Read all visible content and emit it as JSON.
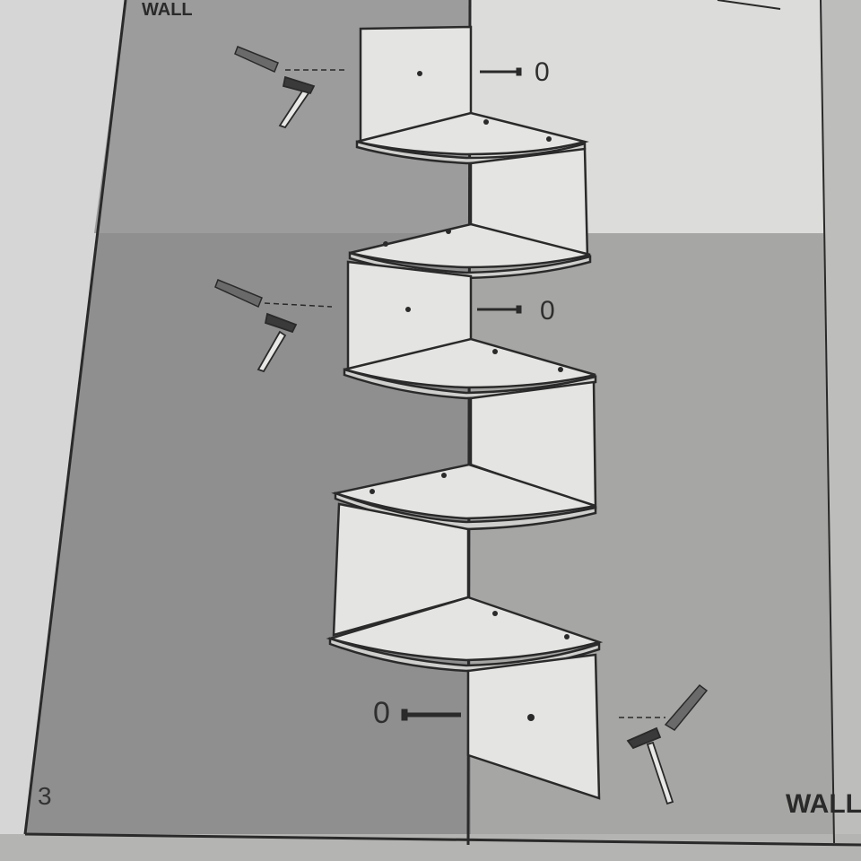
{
  "labels": {
    "wall_top": "WALL",
    "wall_bottom": "WALL"
  },
  "page_number": "3",
  "hardware_counts": {
    "top": "0",
    "middle": "0",
    "bottom": "0"
  },
  "icons": [
    "wall-anchor-icon",
    "hammer-icon",
    "screw-icon",
    "corner-shelf-illustration"
  ],
  "colors": {
    "paper": "#d9d9d7",
    "wall_shade": "#8f8f8f",
    "line": "#2a2a2a",
    "panel": "#e6e6e4"
  }
}
